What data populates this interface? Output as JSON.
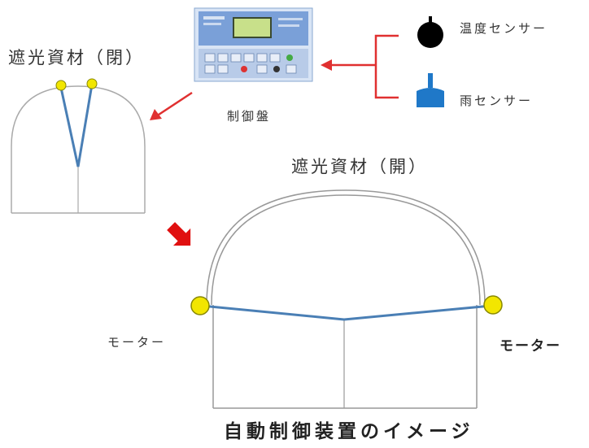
{
  "labels": {
    "shade_closed": "遮光資材（閉）",
    "shade_open": "遮光資材（開）",
    "control_panel": "制御盤",
    "temp_sensor": "温度センサー",
    "rain_sensor": "雨センサー",
    "motor_left": "モーター",
    "motor_right": "モーター",
    "caption": "自動制御装置のイメージ"
  },
  "colors": {
    "arrow": "#e03030",
    "shade_line": "#4a7fb5",
    "motor": "#f2e600",
    "house_line": "#9a9a9a",
    "panel_body": "#7aa0d8",
    "sensor_temp": "#000000",
    "sensor_rain": "#1f78c8"
  }
}
